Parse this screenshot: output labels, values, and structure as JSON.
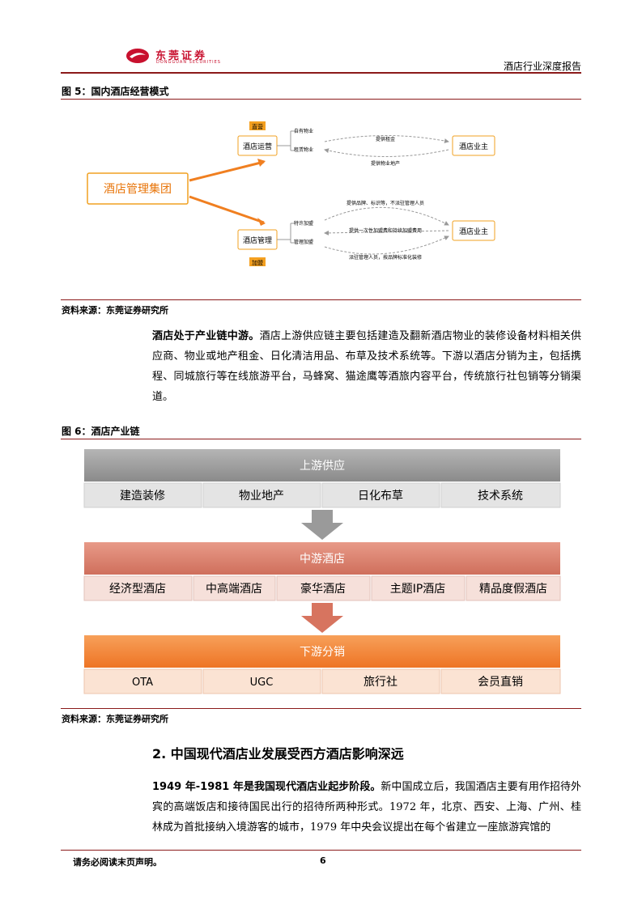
{
  "header": {
    "logo_cn": "东莞证券",
    "logo_en": "DONGGUAN SECURITIES",
    "report_type": "酒店行业深度报告"
  },
  "figure5": {
    "title": "图 5：国内酒店经营模式",
    "root": "酒店管理集团",
    "branch_top": {
      "node": "酒店运营",
      "tag": "直营",
      "items": [
        "自有物业",
        "租赁物业"
      ],
      "owner": "酒店业主",
      "flows": [
        "提供租金",
        "提供物业地产"
      ]
    },
    "branch_bottom": {
      "node": "酒店管理",
      "tag": "加盟",
      "items": [
        "特许加盟",
        "管理加盟"
      ],
      "owner": "酒店业主",
      "flows": [
        "提供品牌、标识等，不派驻管理人员",
        "提供一次性加盟费和持续加盟费用",
        "派驻管理人员，按品牌标准化装修"
      ]
    },
    "source": "资料来源：东莞证券研究所"
  },
  "paragraph1": {
    "lead": "酒店处于产业链中游。",
    "text": "酒店上游供应链主要包括建造及翻新酒店物业的装修设备材料相关供应商、物业或地产租金、日化清洁用品、布草及技术系统等。下游以酒店分销为主，包括携程、同城旅行等在线旅游平台，马蜂窝、猫途鹰等酒旅内容平台，传统旅行社包销等分销渠道。"
  },
  "figure6": {
    "title": "图 6：酒店产业链",
    "upstream": {
      "title": "上游供应",
      "items": [
        "建造装修",
        "物业地产",
        "日化布草",
        "技术系统"
      ]
    },
    "midstream": {
      "title": "中游酒店",
      "items": [
        "经济型酒店",
        "中高端酒店",
        "豪华酒店",
        "主题IP酒店",
        "精品度假酒店"
      ]
    },
    "downstream": {
      "title": "下游分销",
      "items": [
        "OTA",
        "UGC",
        "旅行社",
        "会员直销"
      ]
    },
    "colors": {
      "upstream": "#9e9e9e",
      "midstream": "#d9806f",
      "downstream": "#f07f36"
    },
    "source": "资料来源：东莞证券研究所"
  },
  "section2": {
    "title": "2. 中国现代酒店业发展受西方酒店影响深远"
  },
  "paragraph2": {
    "lead": "1949 年-1981 年是我国现代酒店业起步阶段。",
    "text": "新中国成立后，我国酒店主要有用作招待外宾的高端饭店和接待国民出行的招待所两种形式。1972 年，北京、西安、上海、广州、桂林成为首批接纳入境游客的城市，1979 年中央会议提出在每个省建立一座旅游宾馆的"
  },
  "footer": {
    "disclaimer": "请务必阅读末页声明。",
    "page": "6"
  }
}
